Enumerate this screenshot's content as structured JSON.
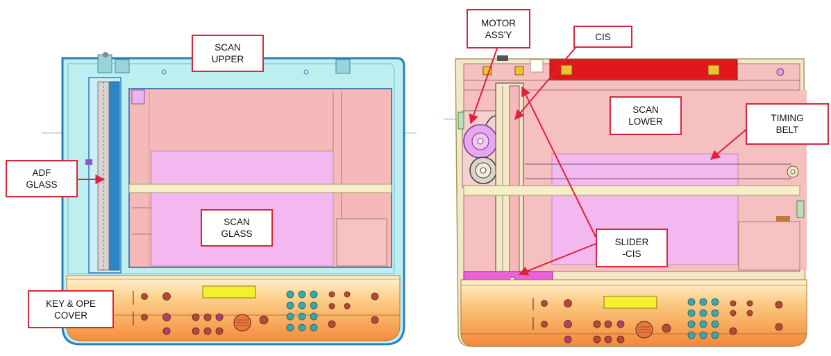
{
  "labels": {
    "scan_upper": "SCAN\nUPPER",
    "adf_glass": "ADF\nGLASS",
    "scan_glass": "SCAN\nGLASS",
    "key_ope_cover": "KEY & OPE\nCOVER",
    "motor_assy": "MOTOR\nASS'Y",
    "cis": "CIS",
    "scan_lower": "SCAN\nLOWER",
    "timing_belt": "TIMING\nBELT",
    "slider_cis": "SLIDER\n-CIS"
  },
  "colors": {
    "callout_border": "#d8263a",
    "arrow": "#e0203a",
    "scan_upper_frame": "#bdeef0",
    "scan_upper_outline": "#2a7fbf",
    "scan_glass_area": "#f5b9b9",
    "glass_inner": "#f4b8f0",
    "rail": "#f6efc9",
    "panel_top": "#fff2d0",
    "panel_bottom": "#f79a4a",
    "scan_lower_frame": "#f2e7c6",
    "red_bar": "#e0181c"
  }
}
